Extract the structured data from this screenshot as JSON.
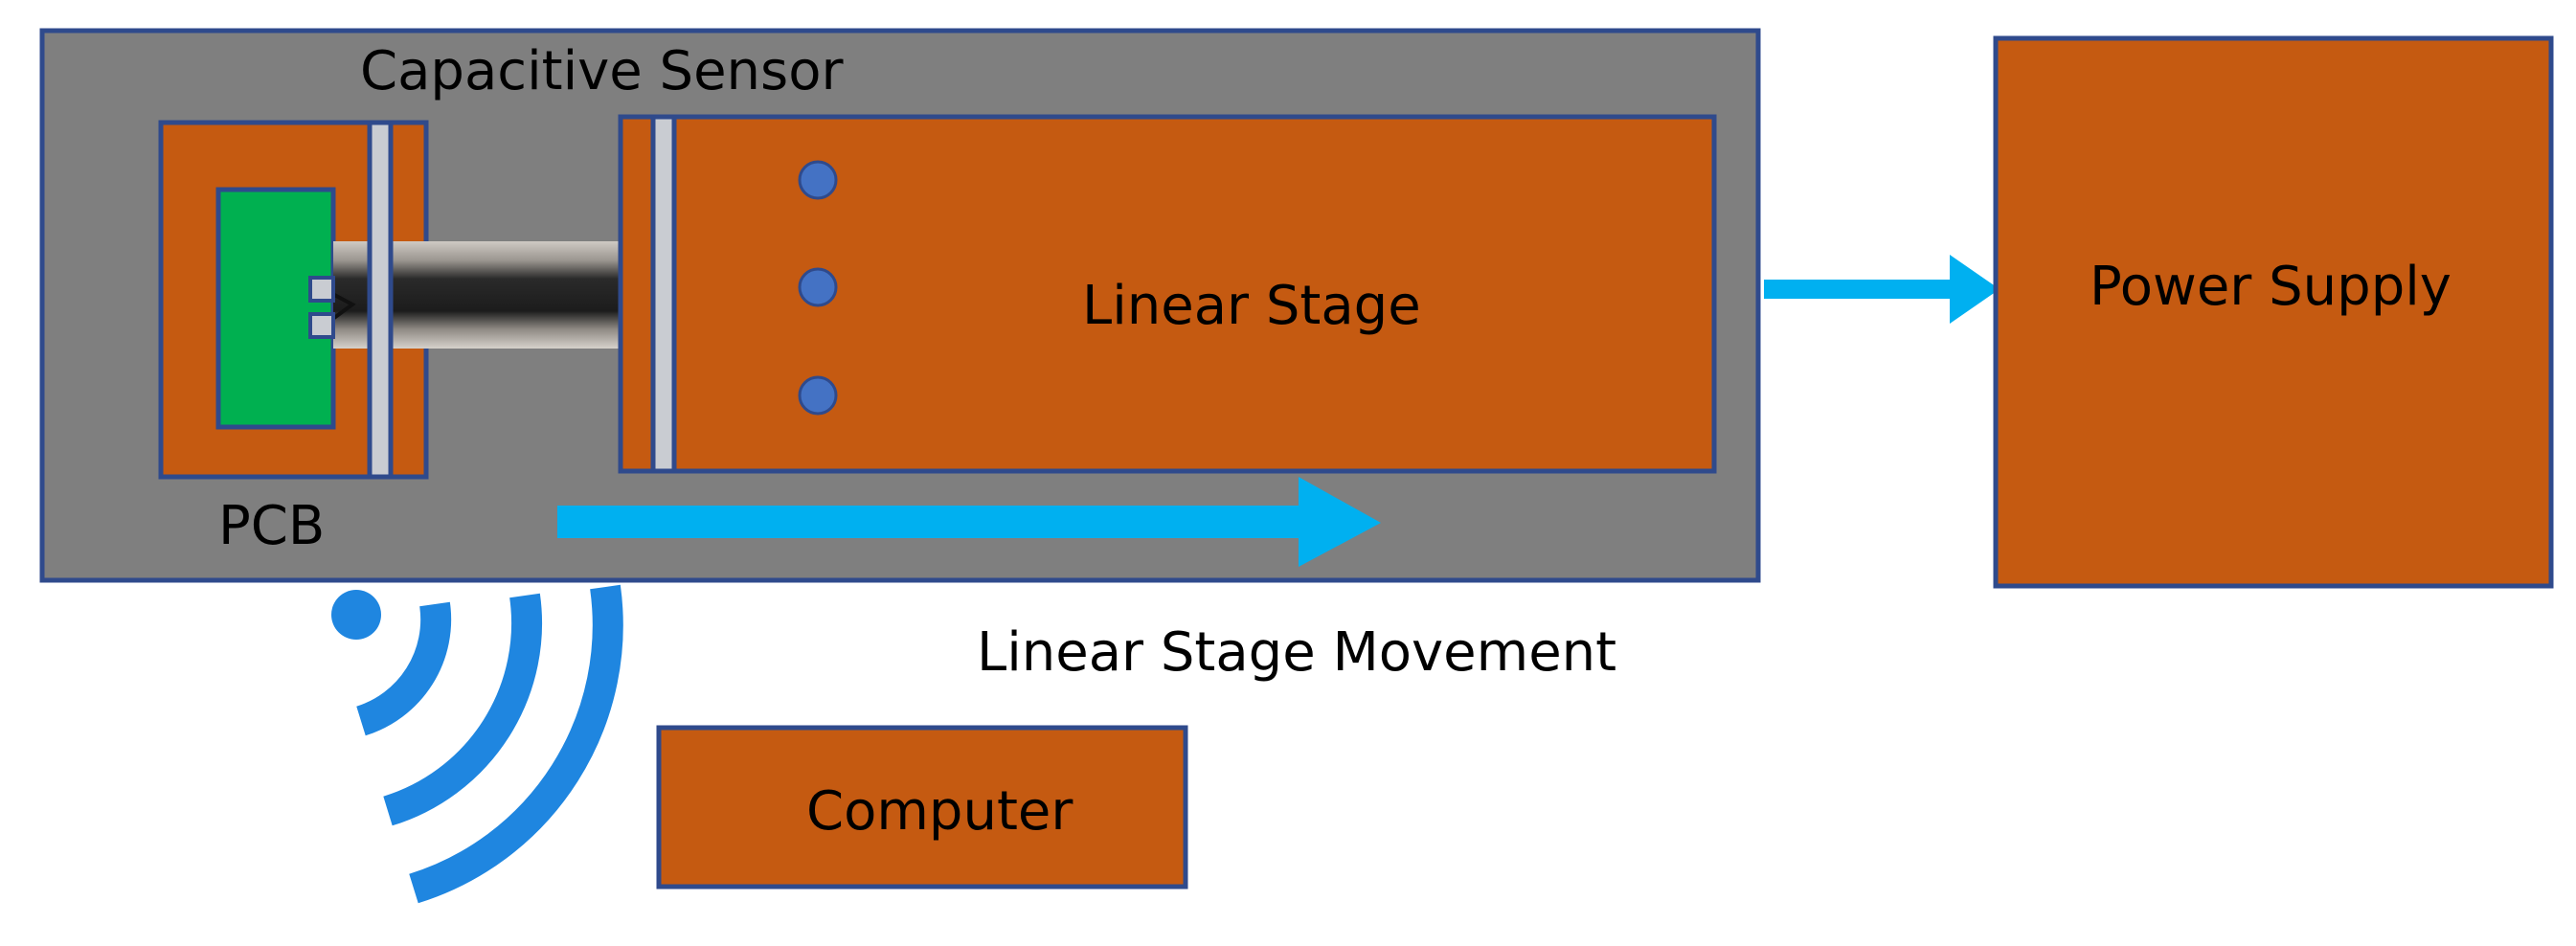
{
  "labels": {
    "capacitive_sensor": "Capacitive Sensor",
    "linear_stage": "Linear Stage",
    "power_supply": "Power Supply",
    "pcb": "PCB",
    "linear_stage_movement": "Linear Stage Movement",
    "computer": "Computer"
  },
  "colors": {
    "enclosure_fill": "#7f7f7f",
    "box_fill": "#c55a11",
    "box_stroke": "#2f4a8c",
    "pcb_board": "#00b050",
    "rail": "#c9ccd2",
    "arrow": "#00b0f0",
    "wifi": "#1f86e0",
    "dot": "#4472c4"
  },
  "icons": [
    "wifi-icon",
    "arrow-right-icon"
  ]
}
